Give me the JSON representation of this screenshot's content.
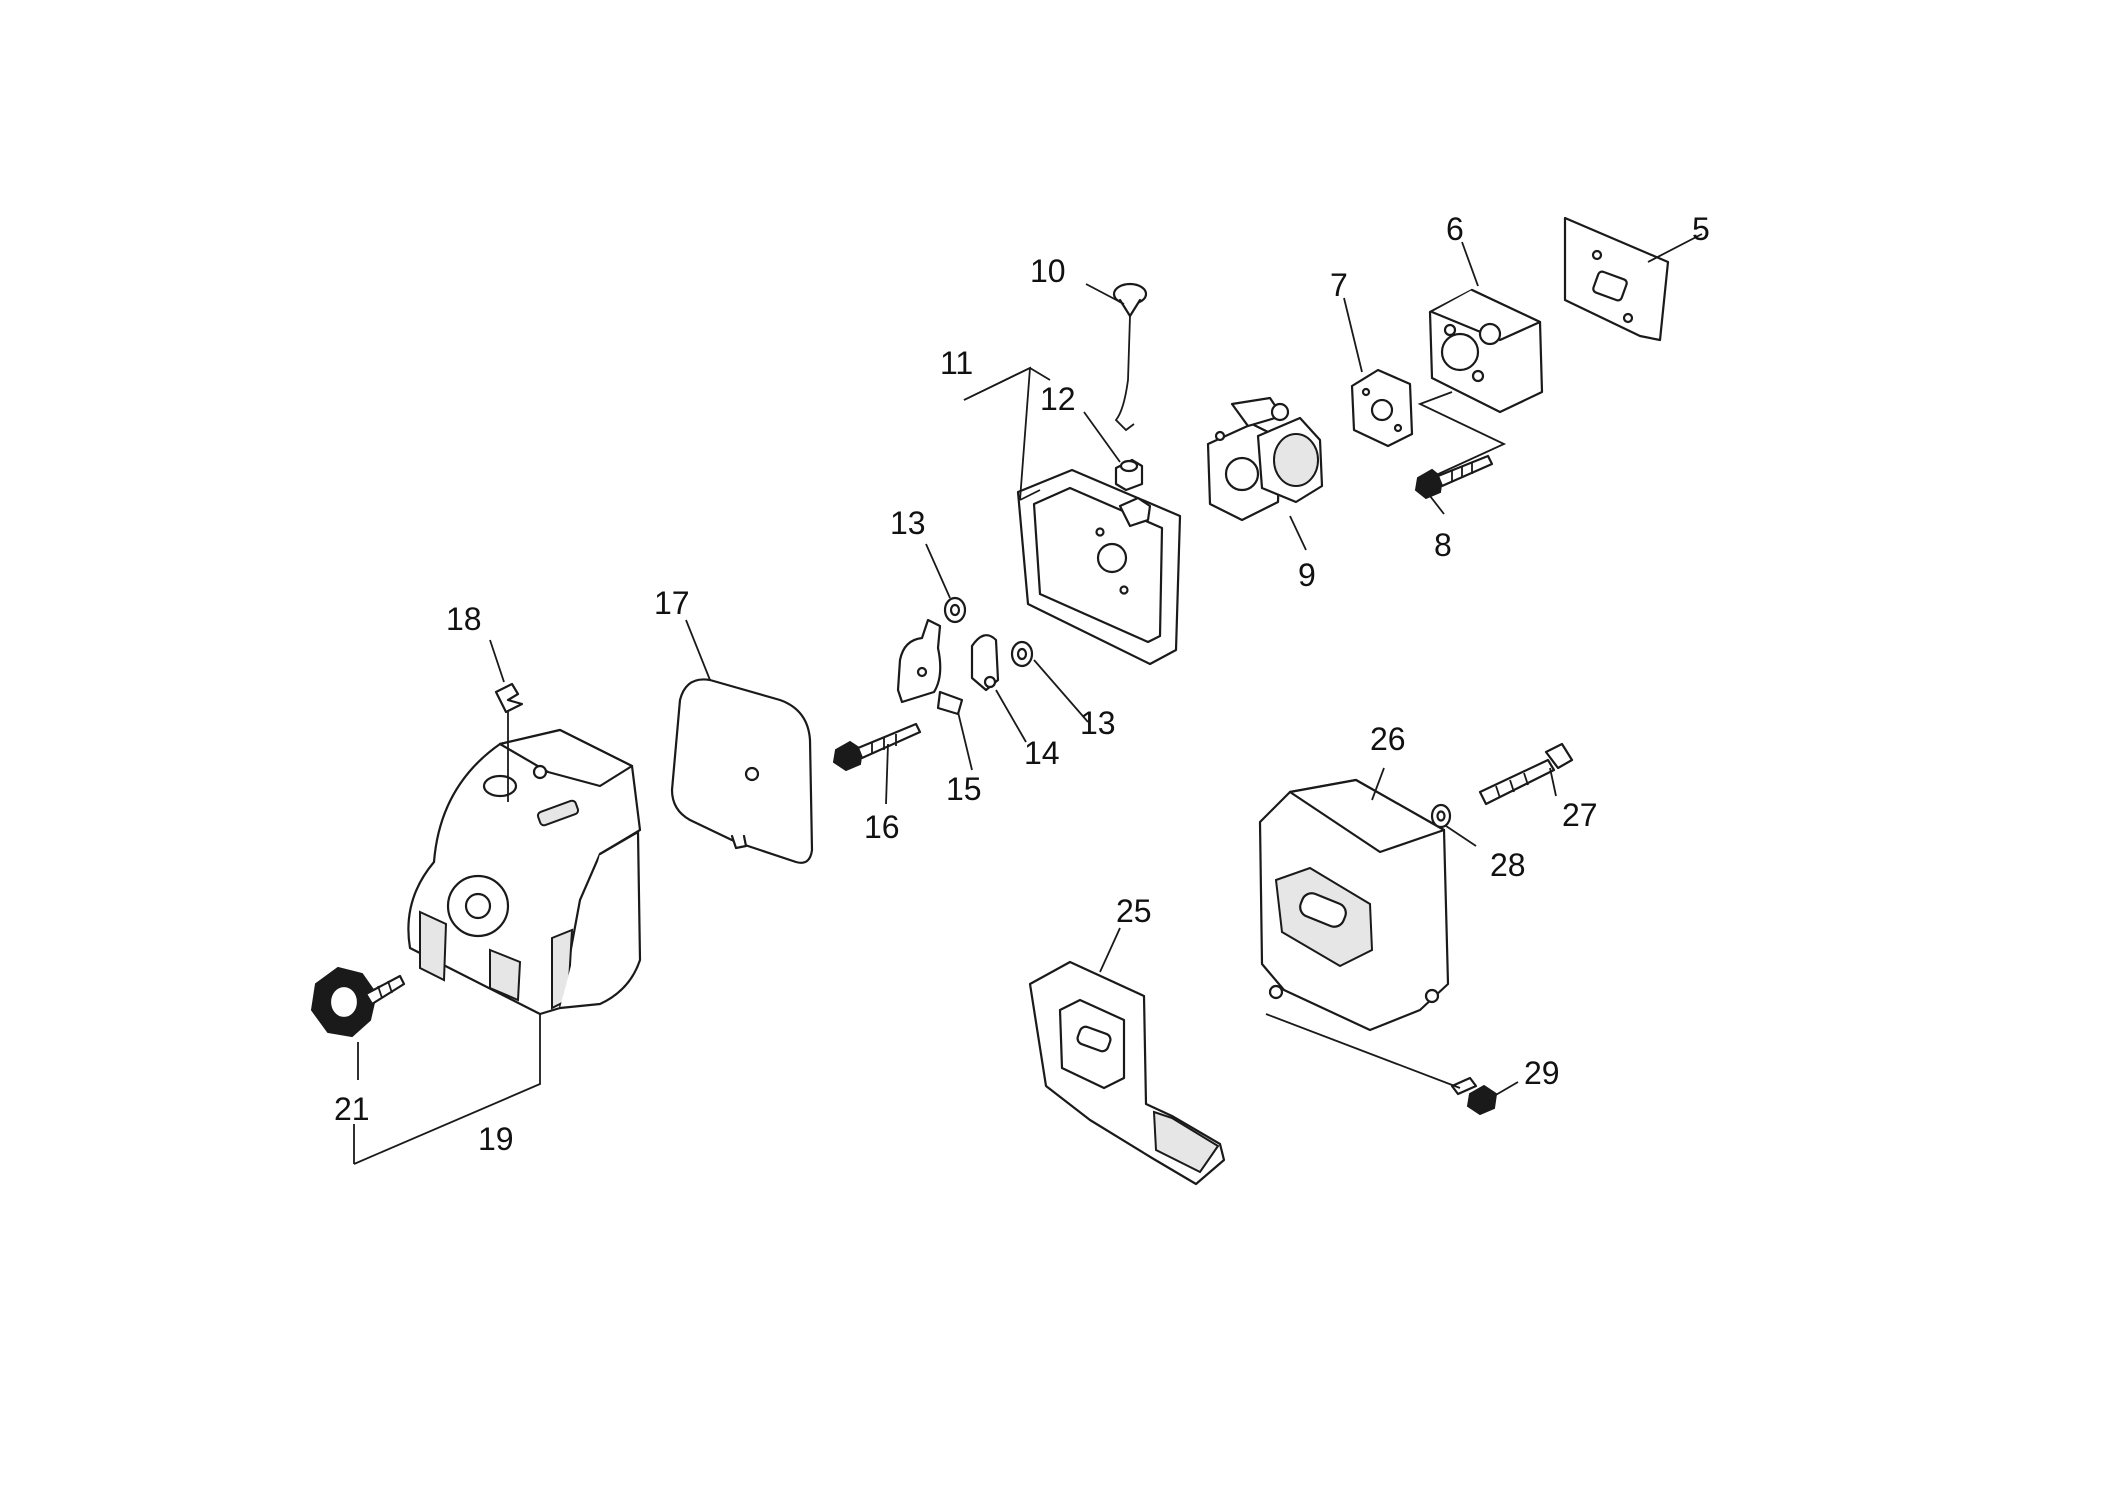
{
  "callouts": {
    "c5": "5",
    "c6": "6",
    "c7": "7",
    "c8": "8",
    "c9": "9",
    "c10": "10",
    "c11": "11",
    "c12": "12",
    "c13a": "13",
    "c13b": "13",
    "c14": "14",
    "c15": "15",
    "c16": "16",
    "c17": "17",
    "c18": "18",
    "c19": "19",
    "c21": "21",
    "c25": "25",
    "c26": "26",
    "c27": "27",
    "c28": "28",
    "c29": "29"
  },
  "colors": {
    "line": "#1a1a1a",
    "background": "#ffffff"
  }
}
